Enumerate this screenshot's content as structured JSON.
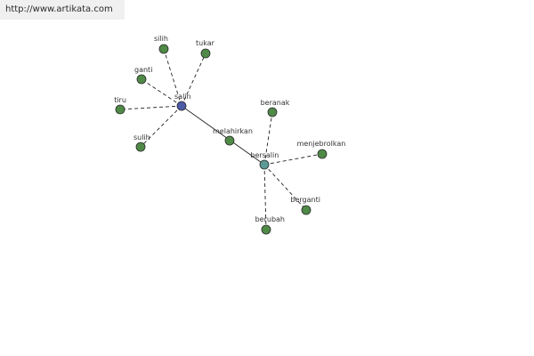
{
  "site": {
    "url_text": "http://www.artikata.com"
  },
  "colors": {
    "leaf_node": "#4f8a47",
    "center_node": "#4c5aa8",
    "hub_node": "#5d9a95",
    "node_stroke": "#2b2b2b",
    "edge": "#222222"
  },
  "graph": {
    "nodes": [
      {
        "id": "salin",
        "label": "salin",
        "role": "center"
      },
      {
        "id": "bersalin",
        "label": "bersalin",
        "role": "hub"
      },
      {
        "id": "silih",
        "label": "silih",
        "role": "leaf"
      },
      {
        "id": "tukar",
        "label": "tukar",
        "role": "leaf"
      },
      {
        "id": "ganti",
        "label": "ganti",
        "role": "leaf"
      },
      {
        "id": "tiru",
        "label": "tiru",
        "role": "leaf"
      },
      {
        "id": "sulih",
        "label": "sulih",
        "role": "leaf"
      },
      {
        "id": "melahirkan",
        "label": "melahirkan",
        "role": "leaf"
      },
      {
        "id": "beranak",
        "label": "beranak",
        "role": "leaf"
      },
      {
        "id": "menjebrolkan",
        "label": "menjebrolkan",
        "role": "leaf"
      },
      {
        "id": "berganti",
        "label": "berganti",
        "role": "leaf"
      },
      {
        "id": "berubah",
        "label": "berubah",
        "role": "leaf"
      }
    ],
    "edges": [
      {
        "from": "salin",
        "to": "silih",
        "style": "dashed"
      },
      {
        "from": "salin",
        "to": "tukar",
        "style": "dashed"
      },
      {
        "from": "salin",
        "to": "ganti",
        "style": "dashed"
      },
      {
        "from": "salin",
        "to": "tiru",
        "style": "dashed"
      },
      {
        "from": "salin",
        "to": "sulih",
        "style": "dashed"
      },
      {
        "from": "salin",
        "to": "bersalin",
        "style": "solid"
      },
      {
        "from": "bersalin",
        "to": "beranak",
        "style": "dashed"
      },
      {
        "from": "bersalin",
        "to": "menjebrolkan",
        "style": "dashed"
      },
      {
        "from": "bersalin",
        "to": "berganti",
        "style": "dashed"
      },
      {
        "from": "bersalin",
        "to": "berubah",
        "style": "dashed"
      }
    ]
  }
}
